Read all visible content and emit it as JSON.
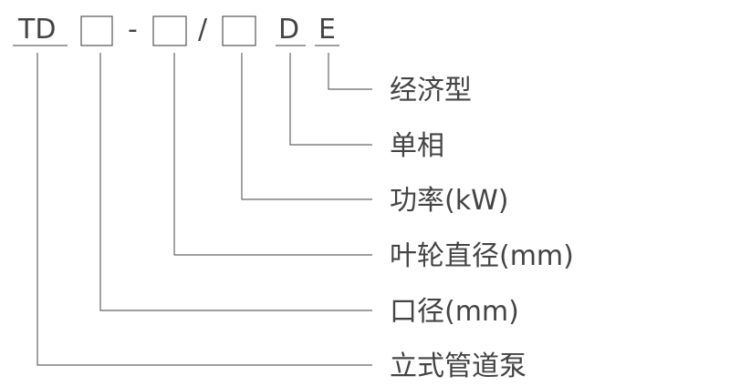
{
  "code": {
    "prefix": "TD",
    "dash": "-",
    "slash": "/",
    "d": "D",
    "e": "E"
  },
  "labels": [
    "经济型",
    "单相",
    "功率(kW)",
    "叶轮直径(mm)",
    "口径(mm)",
    "立式管道泵"
  ],
  "colors": {
    "text": "#444444",
    "line": "#666666"
  }
}
